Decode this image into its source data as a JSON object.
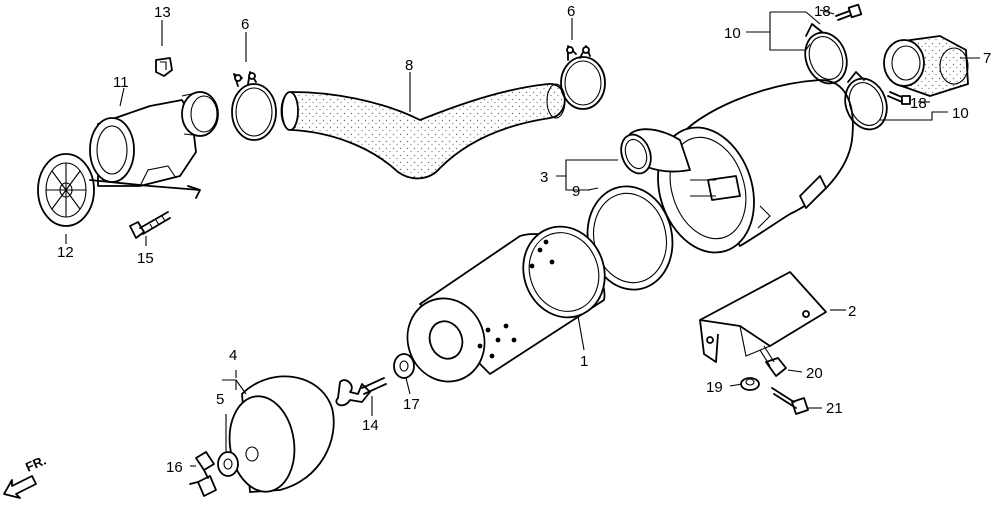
{
  "callouts": {
    "p1": "1",
    "p2": "2",
    "p3": "3",
    "p4": "4",
    "p5": "5",
    "p6a": "6",
    "p6b": "6",
    "p7": "7",
    "p8": "8",
    "p9": "9",
    "p10a": "10",
    "p10b": "10",
    "p11": "11",
    "p12": "12",
    "p13": "13",
    "p14": "14",
    "p15": "15",
    "p16": "16",
    "p17": "17",
    "p18a": "18",
    "p18b": "18",
    "p19": "19",
    "p20": "20",
    "p21": "21"
  },
  "direction": {
    "label": "FR."
  }
}
